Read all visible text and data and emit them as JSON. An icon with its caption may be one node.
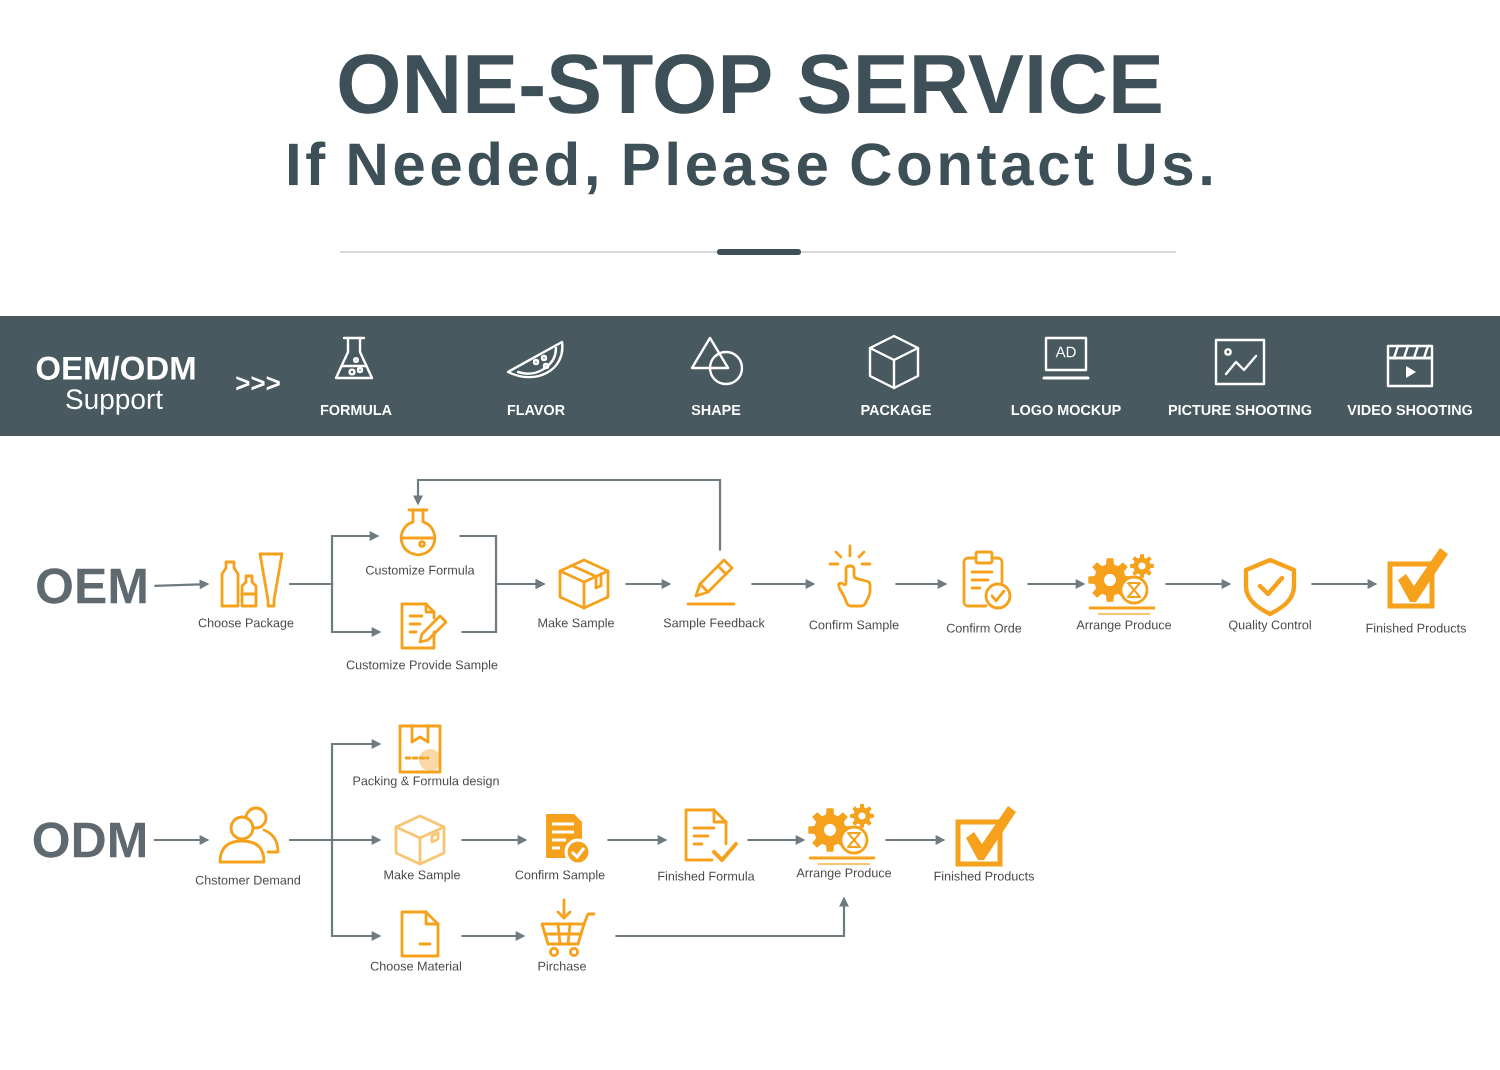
{
  "diagram": {
    "title": "ONE-STOP SERVICE",
    "nodes": [
      {
        "text": [
          "OEM/ODM",
          "Support",
          ">>>",
          "FORMULA",
          "FLAVOR",
          "SHAPE",
          "PACKAGE",
          "AD",
          "LOGO MOCKUP",
          "PICTURE SHOOTING",
          "VIDEO SHOOTING"
        ]
      },
      {
        "text": [
          "OEM"
        ]
      },
      {
        "text": [
          "Choose Package"
        ]
      },
      {
        "text": [
          "Customize Formula"
        ]
      },
      {
        "text": [
          "Customize Provide Sample"
        ]
      },
      {
        "text": [
          "Make Sample"
        ]
      },
      {
        "text": [
          "Sample Feedback"
        ]
      },
      {
        "text": [
          "Confirm Sample"
        ]
      },
      {
        "text": [
          "Confirm Orde"
        ]
      },
      {
        "text": [
          "Arrange Produce"
        ]
      },
      {
        "text": [
          "Quality Control"
        ]
      },
      {
        "text": [
          "Finished Products"
        ]
      },
      {
        "text": [
          "ODM"
        ]
      },
      {
        "text": [
          "Chstomer Demand"
        ]
      },
      {
        "text": [
          "Packing & Formula design"
        ]
      },
      {
        "text": [
          "Make Sample"
        ]
      },
      {
        "text": [
          "Confirm Sample"
        ]
      },
      {
        "text": [
          "Finished Formula"
        ]
      },
      {
        "text": [
          "Arrange Produce"
        ]
      },
      {
        "text": [
          "Finished Products"
        ]
      },
      {
        "text": [
          "Choose Material"
        ]
      },
      {
        "text": [
          "Pirchase"
        ]
      }
    ],
    "edges": [
      {
        "from": 1,
        "to": 2,
        "arrow": "to"
      },
      {
        "from": 2,
        "to": 3,
        "arrow": "to"
      },
      {
        "from": 2,
        "to": 4,
        "arrow": "to"
      },
      {
        "from": 3,
        "to": 5,
        "arrow": "to"
      },
      {
        "from": 4,
        "to": 5,
        "arrow": "to"
      },
      {
        "from": 5,
        "to": 6,
        "arrow": "to"
      },
      {
        "from": 6,
        "to": 3,
        "arrow": "to"
      },
      {
        "from": 6,
        "to": 7,
        "arrow": "to"
      },
      {
        "from": 7,
        "to": 8,
        "arrow": "to"
      },
      {
        "from": 8,
        "to": 9,
        "arrow": "to"
      },
      {
        "from": 9,
        "to": 10,
        "arrow": "to"
      },
      {
        "from": 10,
        "to": 11,
        "arrow": "to"
      },
      {
        "from": 12,
        "to": 13,
        "arrow": "to"
      },
      {
        "from": 13,
        "to": 14,
        "arrow": "to"
      },
      {
        "from": 13,
        "to": 15,
        "arrow": "to"
      },
      {
        "from": 13,
        "to": 20,
        "arrow": "to"
      },
      {
        "from": 15,
        "to": 16,
        "arrow": "to"
      },
      {
        "from": 16,
        "to": 17,
        "arrow": "to"
      },
      {
        "from": 17,
        "to": 18,
        "arrow": "to"
      },
      {
        "from": 18,
        "to": 19,
        "arrow": "to"
      },
      {
        "from": 20,
        "to": 21,
        "arrow": "to"
      },
      {
        "from": 21,
        "to": 18,
        "arrow": "to"
      }
    ],
    "labels": [
      "If Needed, Please Contact Us."
    ]
  }
}
